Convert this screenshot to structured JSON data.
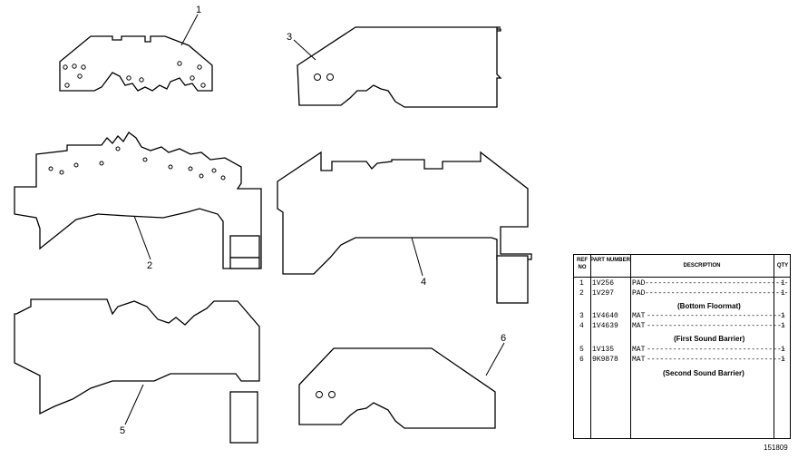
{
  "callouts": [
    "1",
    "2",
    "3",
    "4",
    "5",
    "6"
  ],
  "table": {
    "headers": {
      "ref_no": "REF NO",
      "part_number": "PART NUMBER",
      "description": "DESCRIPTION",
      "qty": "QTY"
    },
    "rows": [
      {
        "ref": "1",
        "part": "1V256",
        "desc": "PAD",
        "qty": "1"
      },
      {
        "ref": "2",
        "part": "1V297",
        "desc": "PAD",
        "qty": "1"
      },
      {
        "ref": "3",
        "part": "1V4640",
        "desc": "MAT",
        "qty": "1"
      },
      {
        "ref": "4",
        "part": "1V4639",
        "desc": "MAT",
        "qty": "1"
      },
      {
        "ref": "5",
        "part": "1V135",
        "desc": "MAT",
        "qty": "1"
      },
      {
        "ref": "6",
        "part": "9K9878",
        "desc": "MAT",
        "qty": "1"
      }
    ],
    "notes": [
      "(Bottom Floormat)",
      "(First Sound Barrier)",
      "(Second Sound Barrier)"
    ]
  },
  "reference_code": "151809"
}
